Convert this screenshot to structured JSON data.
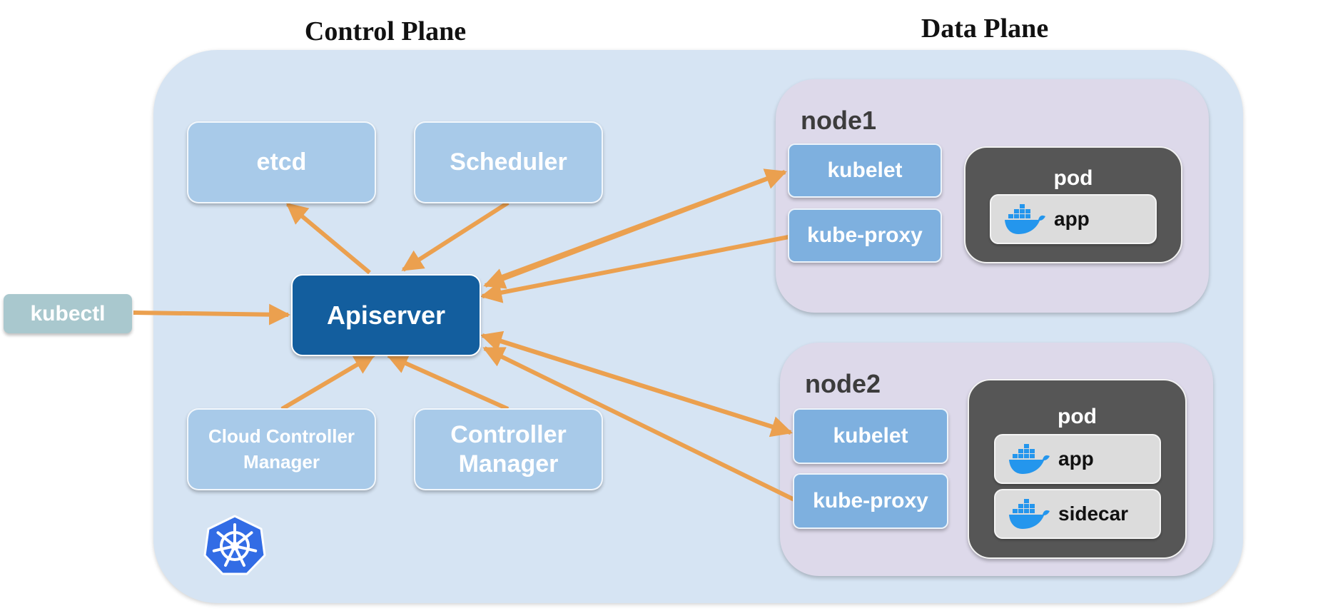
{
  "headings": {
    "control_plane": "Control Plane",
    "data_plane": "Data Plane"
  },
  "control_plane": {
    "etcd": "etcd",
    "scheduler": "Scheduler",
    "apiserver": "Apiserver",
    "cloud_controller_manager": [
      "Cloud Controller",
      "Manager"
    ],
    "controller_manager": [
      "Controller",
      "Manager"
    ]
  },
  "client": {
    "kubectl": "kubectl"
  },
  "nodes": [
    {
      "name": "node1",
      "kubelet": "kubelet",
      "kube_proxy": "kube-proxy",
      "pod": {
        "label": "pod",
        "containers": [
          "app"
        ]
      }
    },
    {
      "name": "node2",
      "kubelet": "kubelet",
      "kube_proxy": "kube-proxy",
      "pod": {
        "label": "pod",
        "containers": [
          "app",
          "sidecar"
        ]
      }
    }
  ],
  "icons": {
    "container": "docker-whale-icon",
    "cluster": "kubernetes-helm-icon"
  },
  "colors": {
    "arrow": "#eba04f",
    "apiserver": "#135e9e",
    "control_component": "#a8cae9",
    "node_component": "#7eb0df",
    "cluster_bg": "#d6e4f3",
    "node_bg": "#ddd9ea",
    "pod_bg": "#565656",
    "docker": "#2496ed",
    "kubernetes": "#326ce5"
  }
}
